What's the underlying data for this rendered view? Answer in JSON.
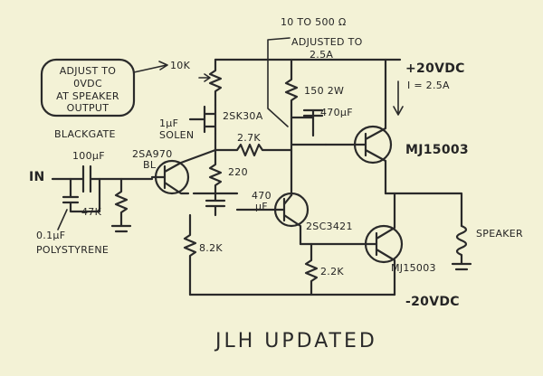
{
  "diagram": {
    "title": "JLH UPDATED",
    "note_box": [
      "ADJUST TO",
      "0VDC",
      "AT SPEAKER",
      "OUTPUT"
    ],
    "labels": {
      "range": "10 TO 500 Ω",
      "adjusted_1": "ADJUSTED TO",
      "adjusted_2": "2.5A",
      "pos_rail": "+20VDC",
      "current": "I = 2.5A",
      "pot": "10K",
      "jfet": "2SK30A",
      "r150": "150 2W",
      "c470_top": "470µF",
      "cap1": "1µF",
      "cap1b": "SOLEN",
      "r27": "2.7K",
      "bg": "BLACKGATE",
      "c100": "100µF",
      "q_pnp": "2SA970",
      "q_pnp_b": "BL",
      "r220": "220",
      "c470_mid": "470",
      "c470_mid_b": "µF",
      "q_top": "MJ15003",
      "in": "IN",
      "r47": "47K",
      "cap_p1": "0.1µF",
      "cap_p2": "POLYSTYRENE",
      "q_drv": "2SC3421",
      "speaker": "SPEAKER",
      "r82": "8.2K",
      "r22": "2.2K",
      "q_bot": "MJ15003",
      "neg_rail": "-20VDC"
    }
  }
}
